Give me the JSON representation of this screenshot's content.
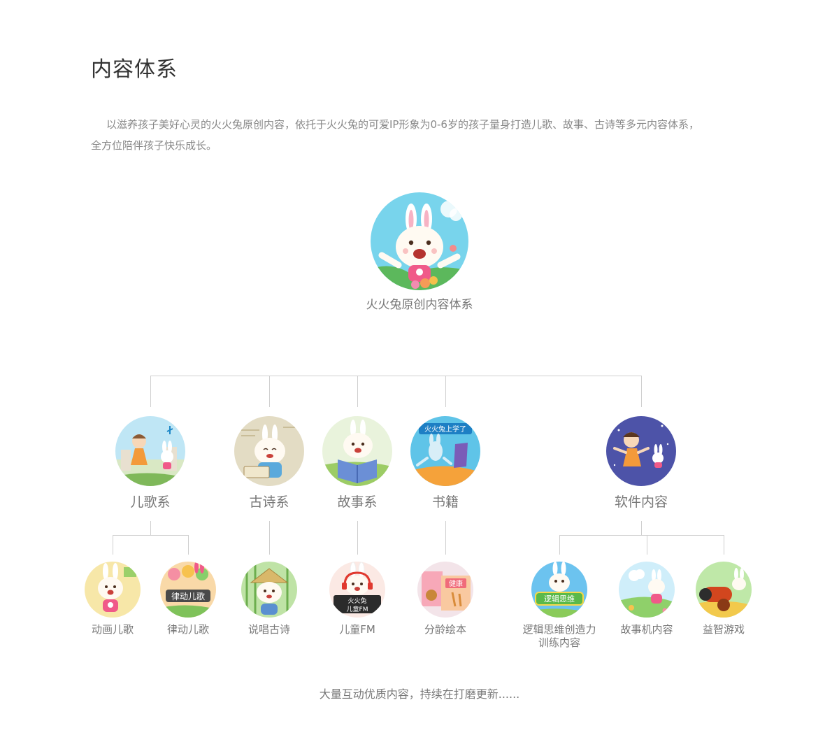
{
  "page": {
    "title": "内容体系",
    "intro_line1": "以滋养孩子美好心灵的火火兔原创内容，依托于火火兔的可爱IP形象为0-6岁的孩子量身打造儿歌、故事、古诗等多元内容体系，",
    "intro_line2": "全方位陪伴孩子快乐成长。",
    "footer": "大量互动优质内容，持续在打磨更新......"
  },
  "root": {
    "label": "火火兔原创内容体系",
    "icon": "bunny-waving-icon"
  },
  "categories": [
    {
      "label": "儿歌系",
      "icon": "girl-and-bunny-icon"
    },
    {
      "label": "古诗系",
      "icon": "bunny-reading-scroll-icon"
    },
    {
      "label": "故事系",
      "icon": "bunny-storybook-icon"
    },
    {
      "label": "书籍",
      "icon": "book-cover-icon",
      "badge": "火火兔上学了"
    },
    {
      "label": "软件内容",
      "icon": "girl-flying-icon"
    }
  ],
  "leaves": [
    {
      "label": "动画儿歌",
      "icon": "bunny-singing-icon"
    },
    {
      "label": "律动儿歌",
      "icon": "dance-songs-icon",
      "badge": "律动儿歌"
    },
    {
      "label": "说唱古诗",
      "icon": "bunny-straw-hat-icon"
    },
    {
      "label": "儿童FM",
      "icon": "bunny-headphones-icon",
      "badge1": "火火兔",
      "badge2": "儿童FM"
    },
    {
      "label": "分龄绘本",
      "icon": "picture-books-icon",
      "badge": "健康"
    },
    {
      "label": "逻辑思维创造力",
      "label2": "训练内容",
      "icon": "bunny-logic-icon",
      "badge": "逻辑思维"
    },
    {
      "label": "故事机内容",
      "icon": "bunny-meadow-icon"
    },
    {
      "label": "益智游戏",
      "icon": "cannon-game-icon"
    }
  ],
  "colors": {
    "line": "#cfcfcf",
    "label": "#777777",
    "title": "#333333",
    "text": "#888888"
  }
}
